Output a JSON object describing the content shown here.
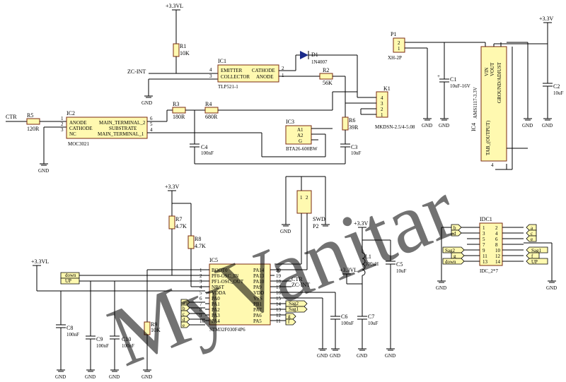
{
  "nets": {
    "v33_top": "+3.3VL",
    "v33_right": "+3.3V",
    "v33_mid": "+3.3V",
    "v33_left": "+3.3VL",
    "v33_l1": "+3.3V",
    "v33_c6": "+3.3VL",
    "gnd": "GND",
    "zc_int": "ZC-INT",
    "ctr": "CTR",
    "ctr2": "CTR",
    "zc_int2": "ZC-INT"
  },
  "parts": {
    "r1": {
      "ref": "R1",
      "val": "10K"
    },
    "r2": {
      "ref": "R2",
      "val": "56K"
    },
    "r3": {
      "ref": "R3",
      "val": "180R"
    },
    "r4": {
      "ref": "R4",
      "val": "680R"
    },
    "r5": {
      "ref": "R5",
      "val": "120R"
    },
    "r6": {
      "ref": "R6",
      "val": "39R"
    },
    "r7": {
      "ref": "R7",
      "val": "4.7K"
    },
    "r8": {
      "ref": "R8",
      "val": "4.7K"
    },
    "r9": {
      "ref": "R9",
      "val": "10K"
    },
    "d1": {
      "ref": "D1",
      "val": "1N4007"
    },
    "c1": {
      "ref": "C1",
      "val": "10uF-16V"
    },
    "c2": {
      "ref": "C2",
      "val": "10uF"
    },
    "c3": {
      "ref": "C3",
      "val": "10nF"
    },
    "c4": {
      "ref": "C4",
      "val": "100nF"
    },
    "c5": {
      "ref": "C5",
      "val": "10uF"
    },
    "c6": {
      "ref": "C6",
      "val": "100nF"
    },
    "c7": {
      "ref": "C7",
      "val": "10uF"
    },
    "c8": {
      "ref": "C8",
      "val": "100nF"
    },
    "c9": {
      "ref": "C9",
      "val": "100nF"
    },
    "c10": {
      "ref": "C10",
      "val": "100nF"
    },
    "l1": {
      "ref": "L1",
      "val": "100uH"
    },
    "p1": {
      "ref": "P1",
      "val": "XH-2P"
    },
    "p2": {
      "ref": "P2",
      "val": "SWD"
    },
    "k1": {
      "ref": "K1",
      "val": "MKDSN-2.5/4-5.08"
    },
    "ic1": {
      "ref": "IC1",
      "val": "TLP521-1",
      "p_emitter": "EMITTER",
      "p_collector": "COLLECTOR",
      "p_cathode": "CATHODE",
      "p_anode": "ANODE"
    },
    "ic2": {
      "ref": "IC2",
      "val": "MOC3021",
      "p_anode": "ANODE",
      "p_cathode": "CATHODE",
      "p_nc": "NC",
      "p_mt2": "MAIN_TERMINAL_2",
      "p_sub": "SUBSTRATE",
      "p_mt1": "MAIN_TERMINAL_1"
    },
    "ic3": {
      "ref": "IC3",
      "val": "BTA26-600BW",
      "p_a1": "A1",
      "p_a2": "A2",
      "p_g": "G"
    },
    "ic4": {
      "ref": "IC4",
      "val": "AMS1117-3.3V",
      "p_vin": "VIN",
      "p_vout": "VOUT",
      "p_gnd": "GROUND/ADJUST",
      "p_tab": "TAB_(OUTPUT)"
    },
    "ic5": {
      "ref": "IC5",
      "val": "STM32F030F4P6",
      "left_pins": [
        "BOOT0",
        "PF0-OSC_IN",
        "PF1-OSC_OUT",
        "NRST",
        "VDDA",
        "PA0",
        "PA1",
        "PA2",
        "PA3",
        "PA4"
      ],
      "left_nums": [
        "1",
        "2",
        "3",
        "4",
        "5",
        "6",
        "7",
        "8",
        "9",
        "10"
      ],
      "right_pins": [
        "PA14",
        "PA13",
        "PA10",
        "PA9",
        "VDD",
        "VSS",
        "PB1",
        "PA7",
        "PA6",
        "PA5"
      ],
      "right_nums": [
        "20",
        "19",
        "18",
        "17",
        "16",
        "15",
        "14",
        "13",
        "12",
        "11"
      ]
    },
    "idc1": {
      "ref": "IDC1",
      "val": "IDC_2*7"
    }
  },
  "ports": {
    "down": "down",
    "up": "UP",
    "sag2": "Sag2",
    "sag1": "Sag1",
    "a": "a",
    "b": "b",
    "c": "c",
    "d": "d",
    "e": "e",
    "f": "f",
    "g": "g"
  },
  "watermark": "MyVanitar"
}
